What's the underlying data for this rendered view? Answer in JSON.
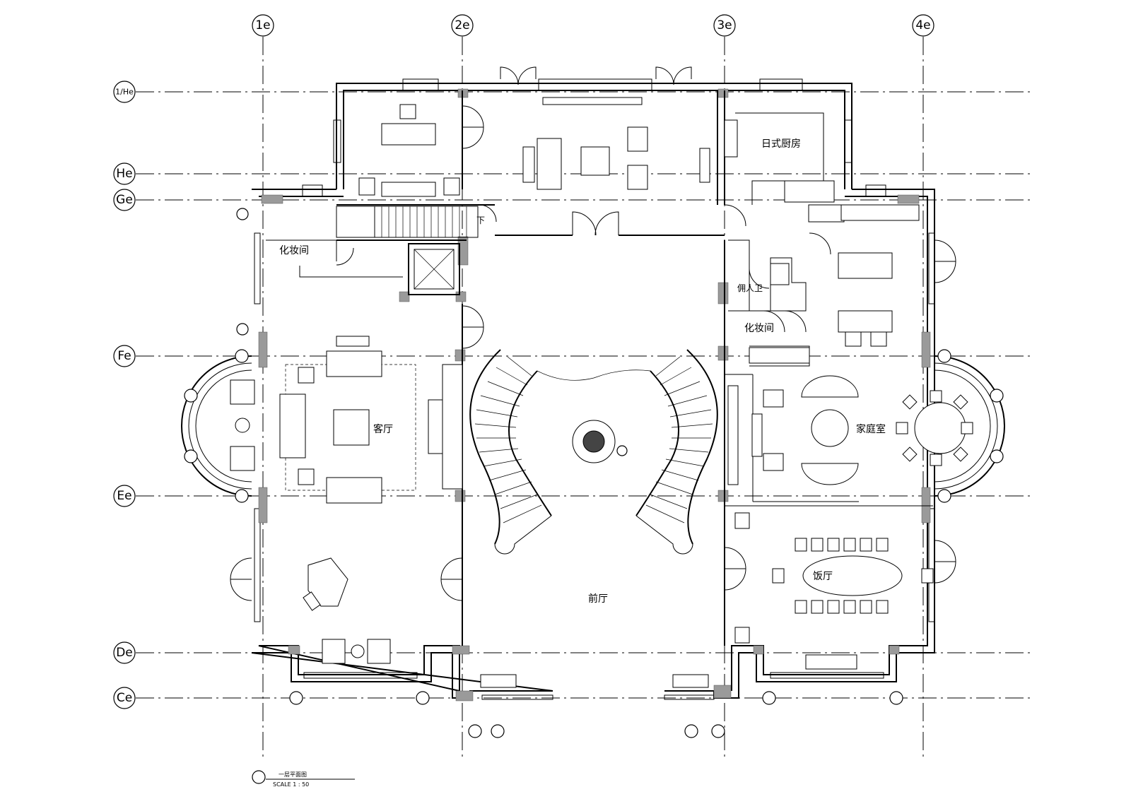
{
  "drawing": {
    "grid_columns": [
      "1e",
      "2e",
      "3e",
      "4e"
    ],
    "grid_rows": [
      "1/He",
      "He",
      "Ge",
      "Fe",
      "Ee",
      "De",
      "Ce"
    ],
    "rooms": {
      "japanese_kitchen": "日式厨房",
      "powder_room_left": "化妆间",
      "living_room": "客厅",
      "family_room": "家庭室",
      "dining_room": "饭厅",
      "foyer": "前厅",
      "powder_room_right": "化妆间",
      "service_toilet": "佣人卫"
    },
    "stair_label": "下",
    "title_block": {
      "title": "一层平面图",
      "scale": "SCALE 1 : 50"
    }
  },
  "colors": {
    "line": "#000000",
    "column_fill": "#9a9a9a",
    "background": "#ffffff"
  }
}
